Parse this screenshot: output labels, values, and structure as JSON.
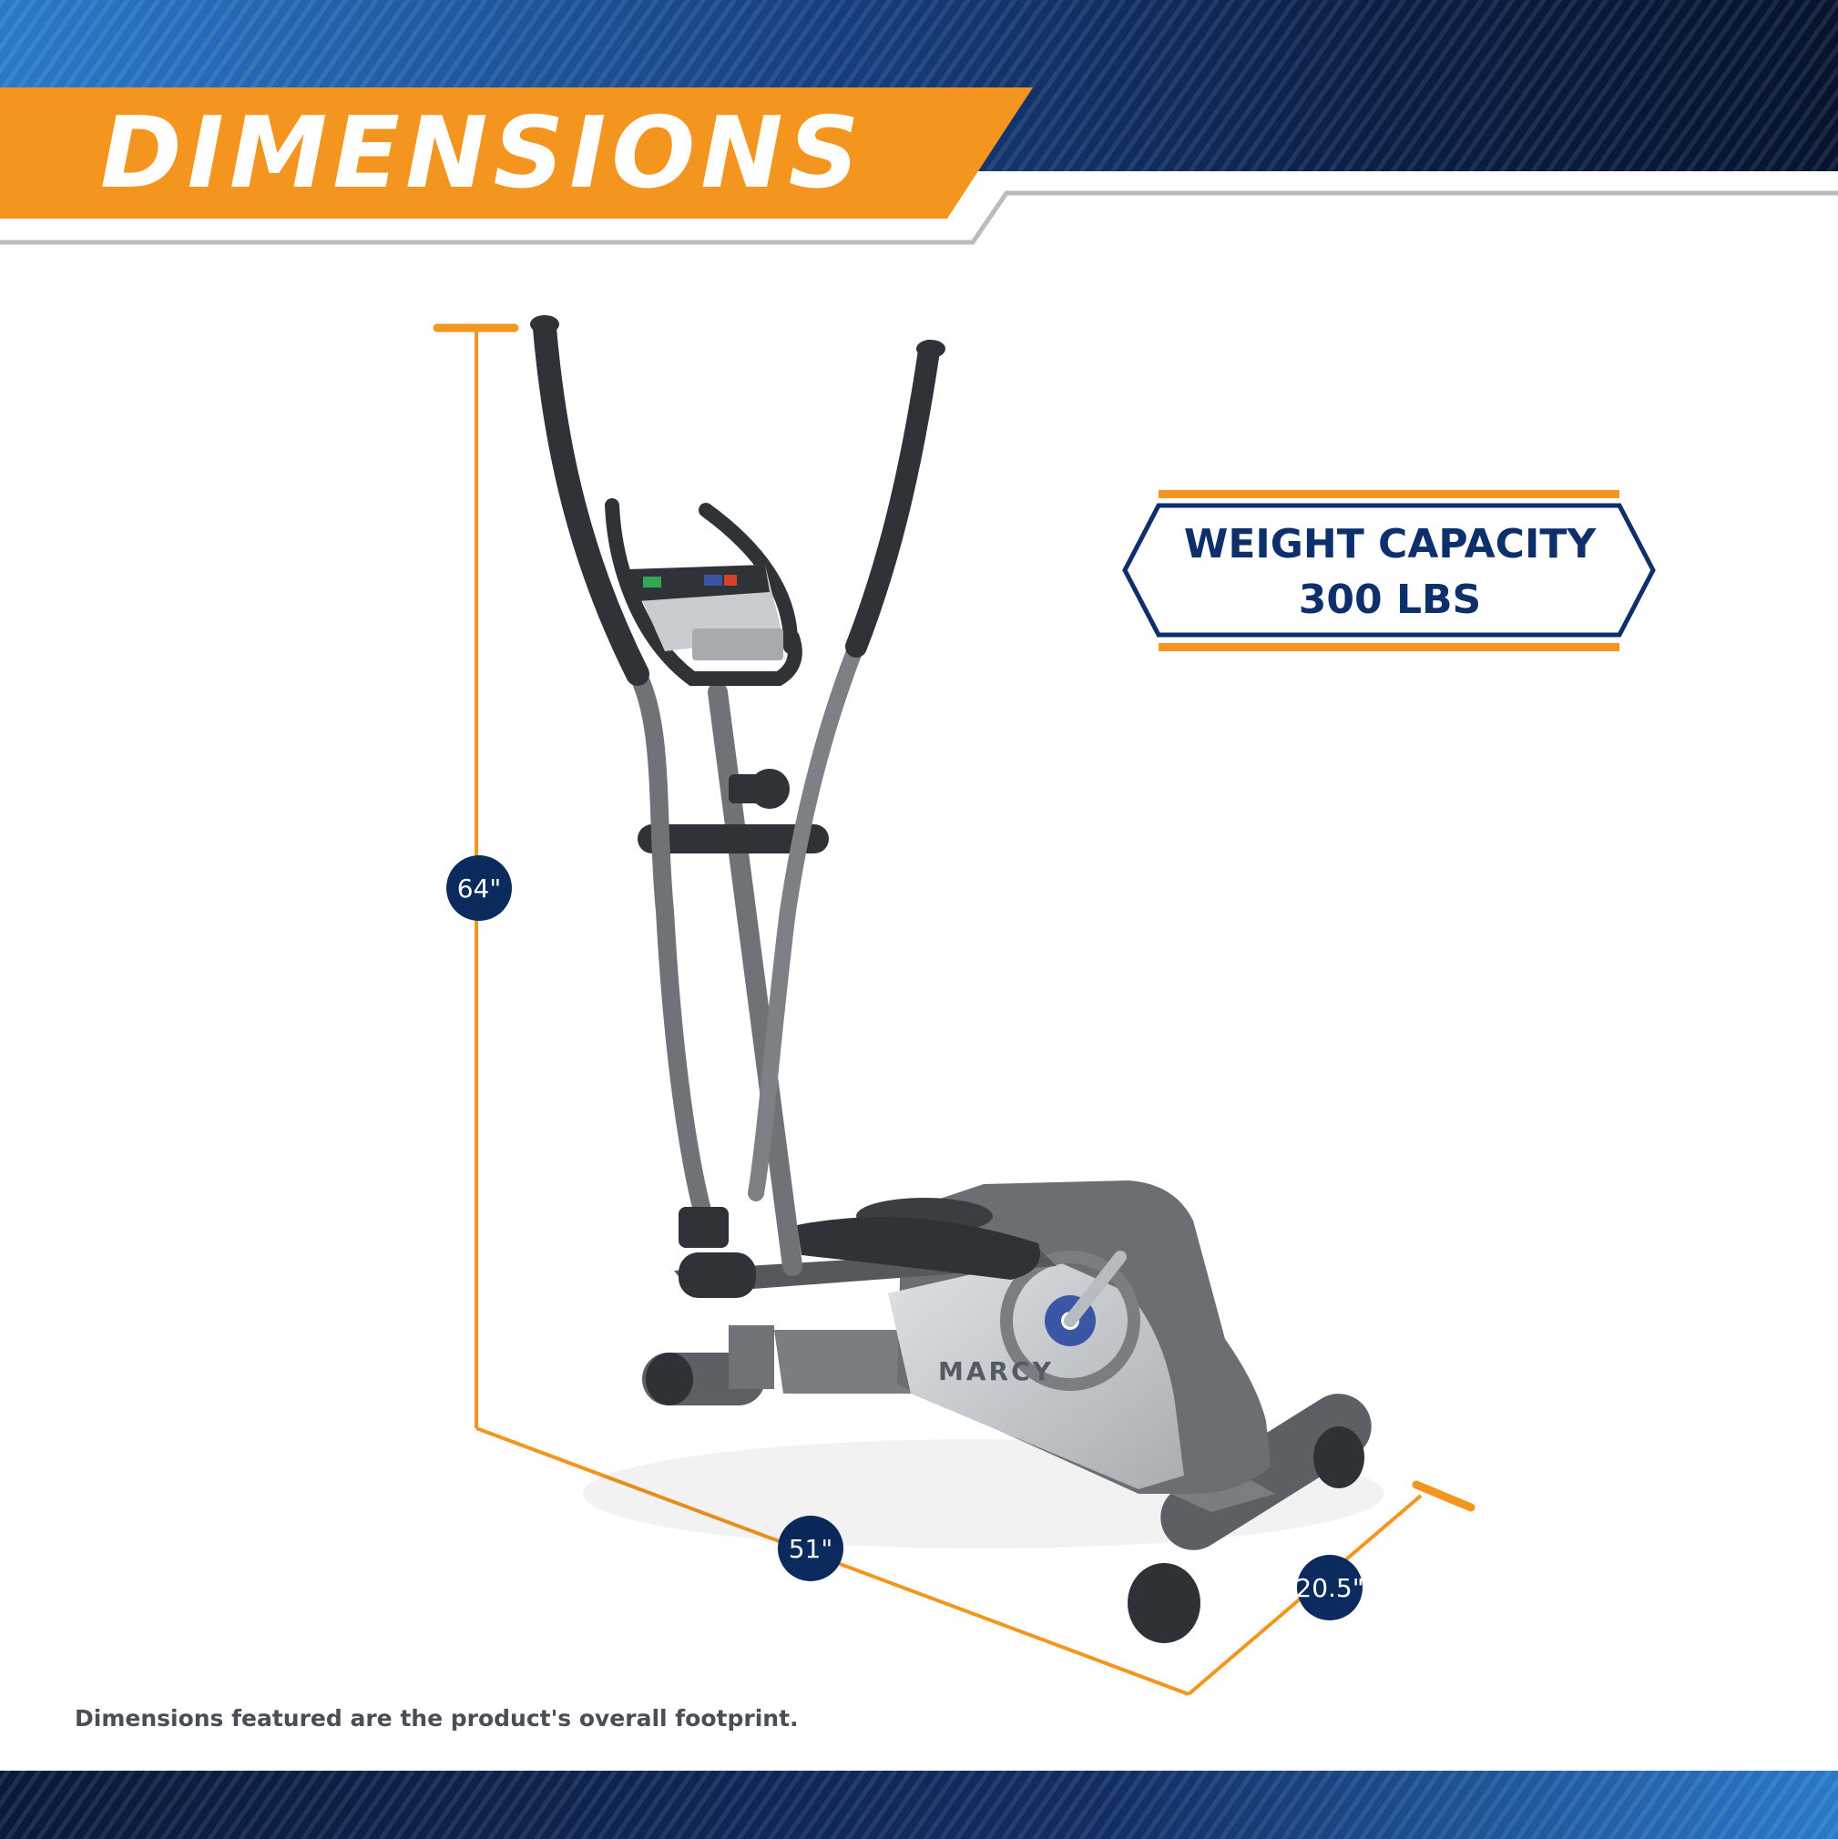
{
  "heading": {
    "title": "DIMENSIONS"
  },
  "badge": {
    "line1": "WEIGHT CAPACITY",
    "line2": "300 LBS"
  },
  "dimensions": {
    "height": "64\"",
    "length": "51\"",
    "width": "20.5\""
  },
  "product": {
    "brand": "MARCY"
  },
  "footnote": {
    "text": "Dimensions featured are the product's overall footprint."
  },
  "colors": {
    "navy": "#0b1f45",
    "blue": "#1f63b0",
    "orange": "#f3951f",
    "grey": "#6f7377"
  }
}
